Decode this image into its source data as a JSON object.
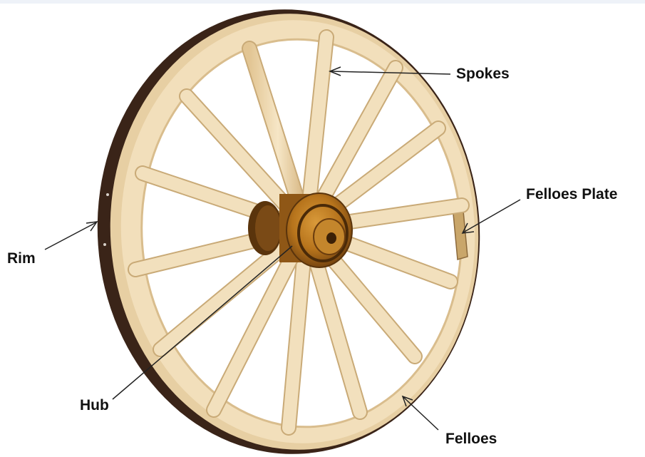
{
  "labels": {
    "spokes": "Spokes",
    "felloes_plate": "Felloes Plate",
    "rim": "Rim",
    "hub": "Hub",
    "felloes": "Felloes"
  },
  "colors": {
    "wood_light": "#f1ddb6",
    "wood_mid": "#dcbf8c",
    "wood_shadow": "#c3a06c",
    "iron_tire": "#3a2418",
    "hub_wood": "#b7741c",
    "hub_dark": "#5a340c",
    "label_text": "#111111",
    "arrow_line": "#222222"
  }
}
